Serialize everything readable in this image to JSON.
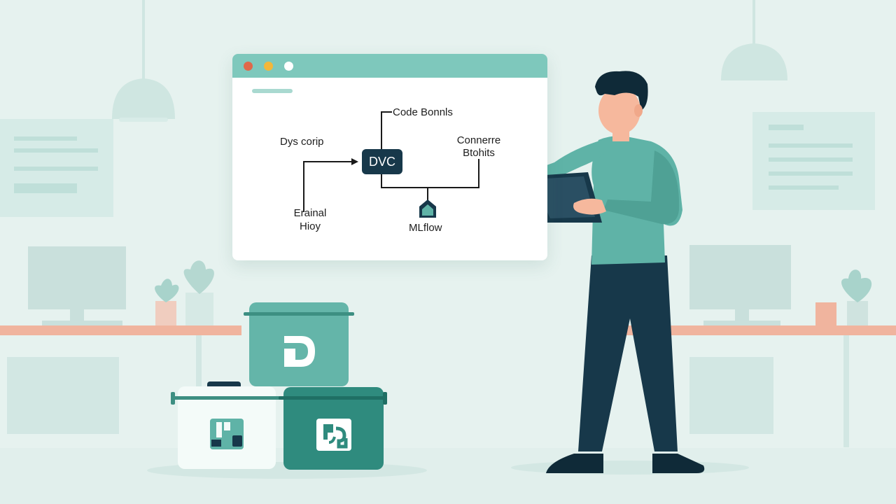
{
  "colors": {
    "background": "#e6f2ef",
    "accent_teal": "#5fb3a7",
    "dark_navy": "#17384a",
    "desk_orange": "#f0b49e",
    "window_dot_red": "#e0684a",
    "window_dot_yellow": "#f4b73a",
    "window_dot_white": "#ffffff"
  },
  "browser": {
    "diagram": {
      "center_node": "DVC",
      "labels": {
        "code": "Code Bonnls",
        "data_left": "Dys corip",
        "external": "Erainal\nHioy",
        "connect": "Connerre\nBtohits",
        "mlflow": "MLflow"
      }
    }
  },
  "icons": {
    "window_controls": [
      "close-dot",
      "minimize-dot",
      "maximize-dot"
    ],
    "mlflow_node": "house-icon",
    "boxes": [
      "dvc-logo-icon",
      "git-logo-icon",
      "pipeline-logo-icon"
    ]
  }
}
